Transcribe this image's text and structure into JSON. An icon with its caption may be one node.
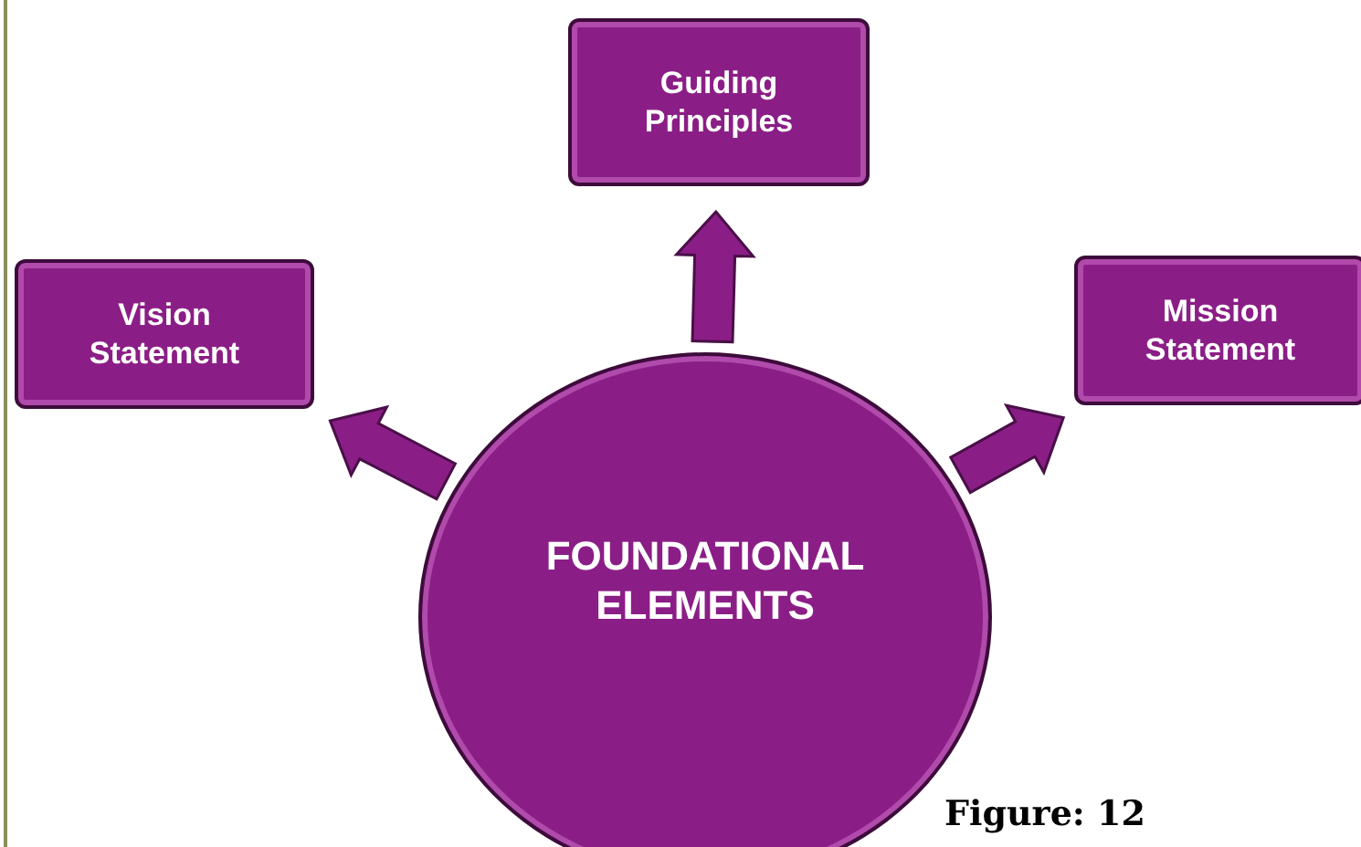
{
  "diagram": {
    "nodes": [
      {
        "text": [
          "Guiding Principles"
        ]
      },
      {
        "text": [
          "Vision Statement"
        ]
      },
      {
        "text": [
          "Mission Statement"
        ]
      },
      {
        "text": [
          "FOUNDATIONAL ELEMENTS"
        ]
      }
    ],
    "edges": [
      {
        "from": 3,
        "to": 0,
        "arrow": "to",
        "style": "thick"
      },
      {
        "from": 3,
        "to": 1,
        "arrow": "to",
        "style": "thick"
      },
      {
        "from": 3,
        "to": 2,
        "arrow": "to",
        "style": "thick"
      }
    ],
    "labels": [
      "Figure: 12"
    ]
  }
}
